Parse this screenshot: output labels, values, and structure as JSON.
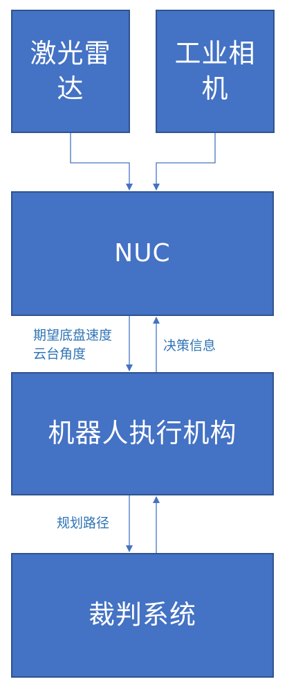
{
  "nodes": {
    "lidar": "激光雷达",
    "camera": "工业相机",
    "nuc": "NUC",
    "robot": "机器人执行机构",
    "referee": "裁判系统"
  },
  "edges": {
    "nuc_to_robot_line1": "期望底盘速度",
    "nuc_to_robot_line2": "云台角度",
    "robot_to_nuc": "决策信息",
    "referee_to_robot": "规划路径"
  },
  "colors": {
    "box_fill": "#4472c4",
    "box_border": "#2f528f",
    "connector": "#4472c4",
    "edge_label": "#2e74b5"
  }
}
